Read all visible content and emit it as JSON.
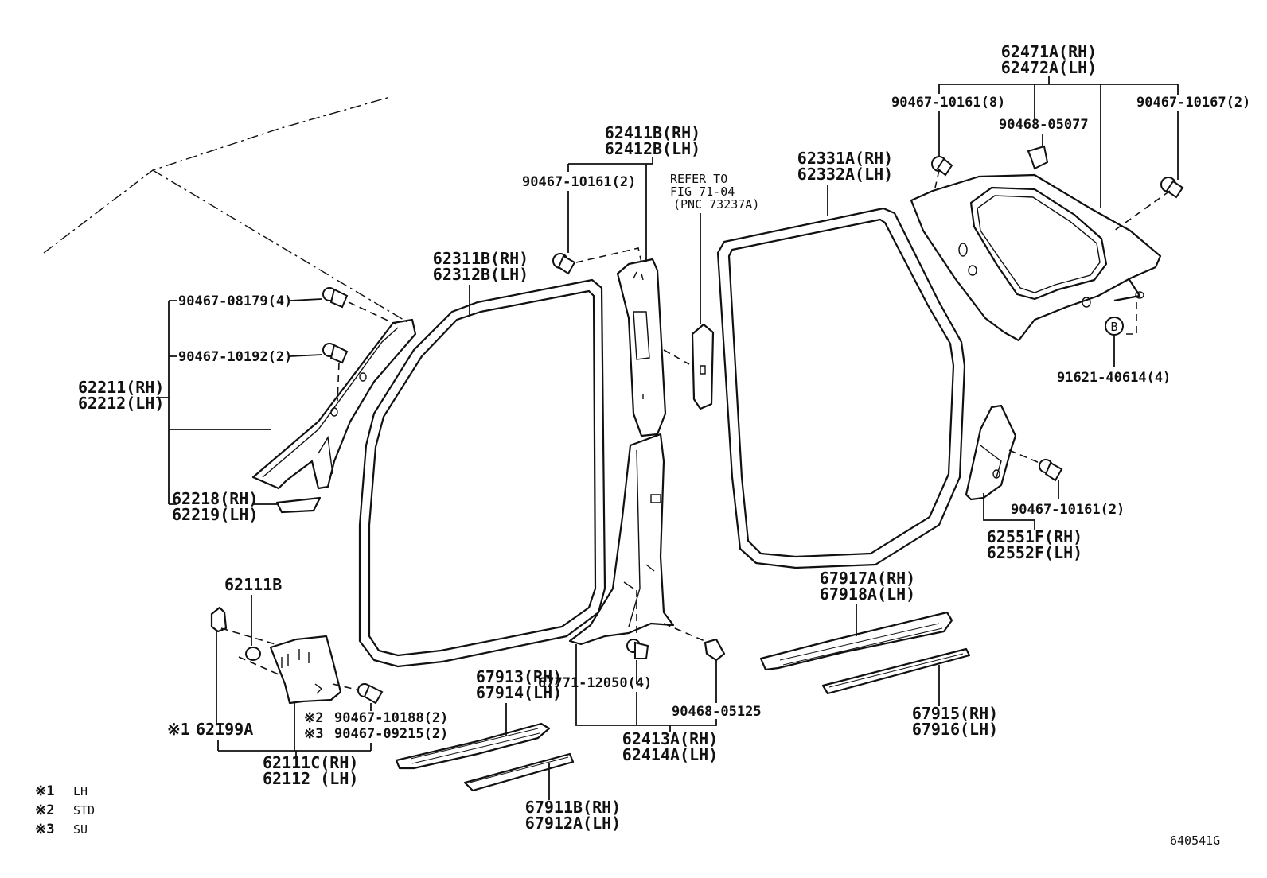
{
  "diagram_code": "640541G",
  "notes": [
    {
      "mark": "※1",
      "text": "LH"
    },
    {
      "mark": "※2",
      "text": "STD"
    },
    {
      "mark": "※3",
      "text": "SU"
    }
  ],
  "refer": {
    "line1": "REFER TO",
    "line2": "FIG 71-04",
    "line3": "(PNC 73237A)"
  },
  "callout_b": {
    "letter": "B",
    "part": "91621-40614(4)"
  },
  "labels": {
    "p62471": "62471A(RH)",
    "p62472": "62472A(LH)",
    "p90467_10161_8": "90467-10161(8)",
    "p90468_05077": "90468-05077",
    "p90467_10167_2": "90467-10167(2)",
    "p62411": "62411B(RH)",
    "p62412": "62412B(LH)",
    "p90467_10161_2a": "90467-10161(2)",
    "p62331": "62331A(RH)",
    "p62332": "62332A(LH)",
    "p62311": "62311B(RH)",
    "p62312": "62312B(LH)",
    "p90467_08179": "90467-08179(4)",
    "p90467_10192": "90467-10192(2)",
    "p62211": "62211(RH)",
    "p62212": "62212(LH)",
    "p62218": "62218(RH)",
    "p62219": "62219(LH)",
    "p90467_10161_2b": "90467-10161(2)",
    "p62551": "62551F(RH)",
    "p62552": "62552F(LH)",
    "p67917": "67917A(RH)",
    "p67918": "67918A(LH)",
    "p62111b": "62111B",
    "p62199a": "62199A",
    "p62199a_mark": "※1",
    "p90467_10188": "90467-10188(2)",
    "p90467_10188_mark": "※2",
    "p90467_09215": "90467-09215(2)",
    "p90467_09215_mark": "※3",
    "p62111c": "62111C(RH)",
    "p62112": "62112 (LH)",
    "p67913": "67913(RH)",
    "p67914": "67914(LH)",
    "p67771": "67771-12050(4)",
    "p90468_05125": "90468-05125",
    "p62413": "62413A(RH)",
    "p62414": "62414A(LH)",
    "p67915": "67915(RH)",
    "p67916": "67916(LH)",
    "p67911": "67911B(RH)",
    "p67912": "67912A(LH)"
  }
}
